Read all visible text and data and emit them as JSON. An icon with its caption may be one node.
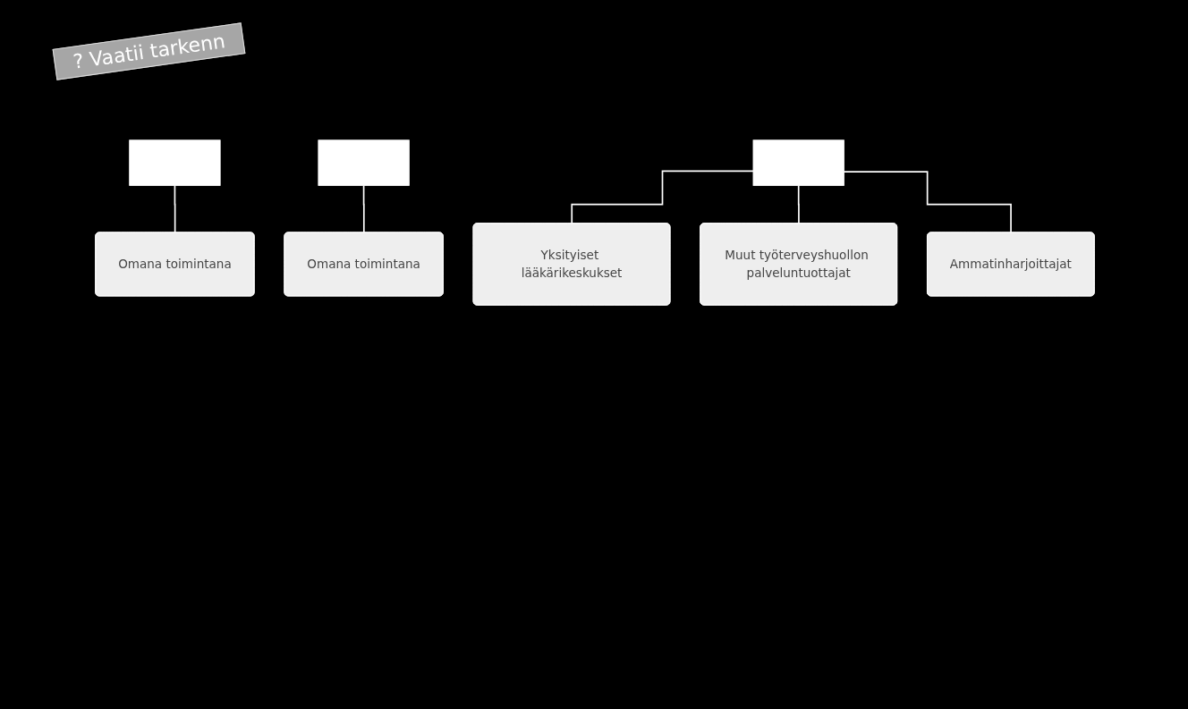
{
  "diagram": {
    "nodes": [
      {
        "text": [],
        "shape": "box"
      },
      {
        "text": [],
        "shape": "box"
      },
      {
        "text": [],
        "shape": "box"
      },
      {
        "text": [
          "Omana toimintana"
        ]
      },
      {
        "text": [
          "Omana toimintana"
        ]
      },
      {
        "text": [
          "Yksityiset lääkärikeskukset"
        ]
      },
      {
        "text": [
          "Muut työterveyshuollon palveluntuottajat"
        ]
      },
      {
        "text": [
          "Ammatinharjoittajat"
        ]
      }
    ],
    "edges": [
      {
        "from": 0,
        "to": 3,
        "arrow": "none"
      },
      {
        "from": 1,
        "to": 4,
        "arrow": "none"
      },
      {
        "from": 2,
        "to": 5,
        "arrow": "none"
      },
      {
        "from": 2,
        "to": 6,
        "arrow": "none"
      },
      {
        "from": 2,
        "to": 7,
        "arrow": "none"
      }
    ],
    "labels": [
      "? Vaatii tarkenn"
    ]
  }
}
